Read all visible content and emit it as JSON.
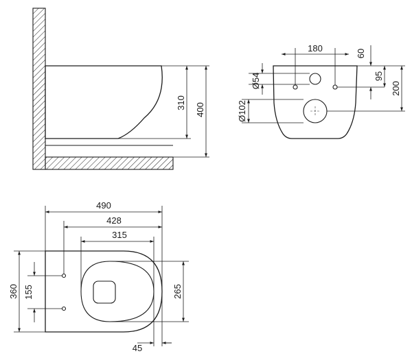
{
  "side_view": {
    "bowl_height": "310",
    "total_height": "400"
  },
  "rear_view": {
    "bolt_spacing": "180",
    "top_offset": "60",
    "inlet_height": "95",
    "outlet_height": "200",
    "inlet_diameter": "Ø54",
    "outlet_diameter": "Ø102"
  },
  "top_view": {
    "projection": "490",
    "bolt_to_front": "428",
    "seat_length": "315",
    "overall_width": "360",
    "bolt_spacing": "155",
    "seat_width": "265",
    "bolt_offset": "45"
  }
}
